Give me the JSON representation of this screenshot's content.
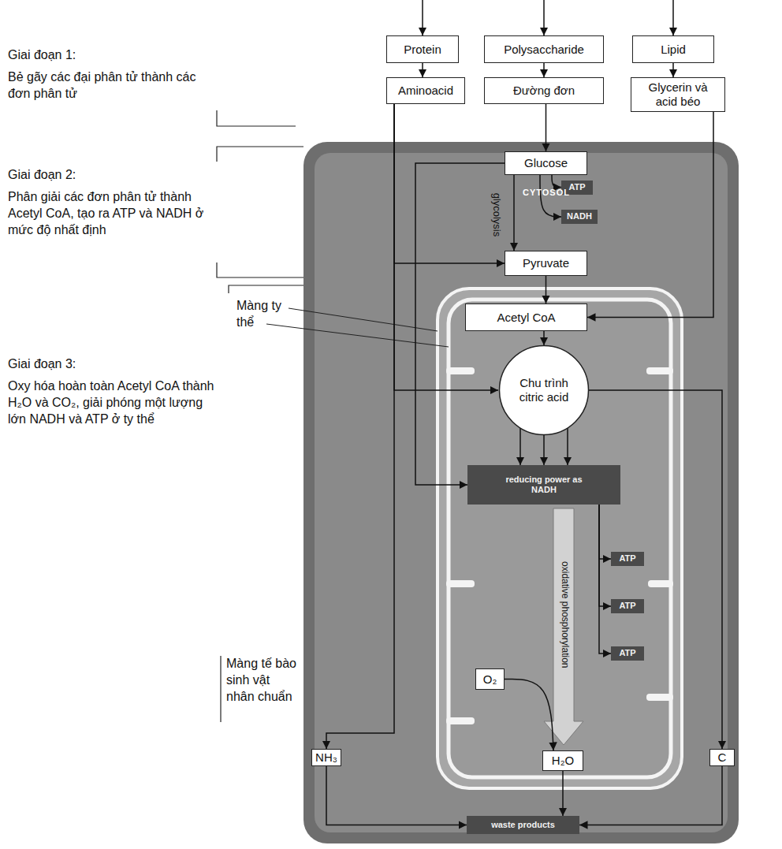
{
  "diagram": {
    "nodes": [
      {
        "text": [
          "Protein"
        ]
      },
      {
        "text": [
          "Polysaccharide"
        ]
      },
      {
        "text": [
          "Lipid"
        ]
      },
      {
        "text": [
          "Aminoacid"
        ]
      },
      {
        "text": [
          "Đường đơn"
        ]
      },
      {
        "text": [
          "Glycerin và acid béo"
        ]
      },
      {
        "text": [
          "CYTOSOL"
        ]
      },
      {
        "text": [
          "Glucose"
        ],
        "in": 6
      },
      {
        "text": [
          "ATP"
        ],
        "in": 6
      },
      {
        "text": [
          "NADH"
        ],
        "in": 6
      },
      {
        "text": [
          "Pyruvate"
        ],
        "in": 6
      },
      {
        "text": [
          "Acetyl CoA"
        ],
        "in": 6
      },
      {
        "text": [
          "Chu trình citric acid"
        ],
        "in": 6
      },
      {
        "text": [
          "reducing power as NADH"
        ],
        "in": 6
      },
      {
        "text": [
          "ATP"
        ],
        "in": 6
      },
      {
        "text": [
          "ATP"
        ],
        "in": 6
      },
      {
        "text": [
          "ATP"
        ],
        "in": 6
      },
      {
        "text": [
          "O₂"
        ],
        "in": 6
      },
      {
        "text": [
          "NH₃"
        ],
        "in": 6
      },
      {
        "text": [
          "H₂O"
        ],
        "in": 6
      },
      {
        "text": [
          "C"
        ],
        "in": 6
      },
      {
        "text": [
          "waste products"
        ],
        "in": 6
      }
    ],
    "edges": [
      {
        "from": 0,
        "to": 3,
        "arrow": "to"
      },
      {
        "from": 1,
        "to": 4,
        "arrow": "to"
      },
      {
        "from": 2,
        "to": 5,
        "arrow": "to"
      },
      {
        "from": 4,
        "to": 7,
        "arrow": "to"
      },
      {
        "from": 7,
        "to": 10,
        "arrow": "to"
      },
      {
        "from": 7,
        "to": 8,
        "arrow": "to"
      },
      {
        "from": 7,
        "to": 9,
        "arrow": "to"
      },
      {
        "from": 7,
        "to": 13,
        "arrow": "to"
      },
      {
        "from": 3,
        "to": 10,
        "arrow": "to"
      },
      {
        "from": 3,
        "to": 12,
        "arrow": "to"
      },
      {
        "from": 3,
        "to": 18,
        "arrow": "to"
      },
      {
        "from": 10,
        "to": 11,
        "arrow": "to"
      },
      {
        "from": 5,
        "to": 11,
        "arrow": "to"
      },
      {
        "from": 11,
        "to": 12,
        "arrow": "to"
      },
      {
        "from": 12,
        "to": 13,
        "arrow": "to"
      },
      {
        "from": 12,
        "to": 13,
        "arrow": "to"
      },
      {
        "from": 12,
        "to": 13,
        "arrow": "to"
      },
      {
        "from": 12,
        "to": 20,
        "arrow": "to"
      },
      {
        "from": 13,
        "to": 14,
        "arrow": "to"
      },
      {
        "from": 13,
        "to": 15,
        "arrow": "to"
      },
      {
        "from": 13,
        "to": 16,
        "arrow": "to"
      },
      {
        "from": 17,
        "to": 19,
        "arrow": "to"
      },
      {
        "from": 18,
        "to": 21,
        "arrow": "to"
      },
      {
        "from": 19,
        "to": 21,
        "arrow": "to"
      },
      {
        "from": 20,
        "to": 21,
        "arrow": "to"
      }
    ],
    "labels": [
      "Giai đoạn 1:",
      "Bẻ gãy các đại phân tử thành các đơn phân tử",
      "Giai đoạn 2:",
      "Phân giải các đơn phân tử thành Acetyl CoA, tạo ra ATP và NADH ở mức độ nhất định",
      "glycolysis",
      "Màng ty thể",
      "Giai đoạn 3:",
      "Oxy hóa hoàn toàn Acetyl CoA thành H₂O và CO₂, giải phóng một lượng lớn NADH và ATP ở ty thể",
      "oxidative phosphorylation",
      "Màng tế bào sinh vật nhân chuẩn"
    ]
  }
}
